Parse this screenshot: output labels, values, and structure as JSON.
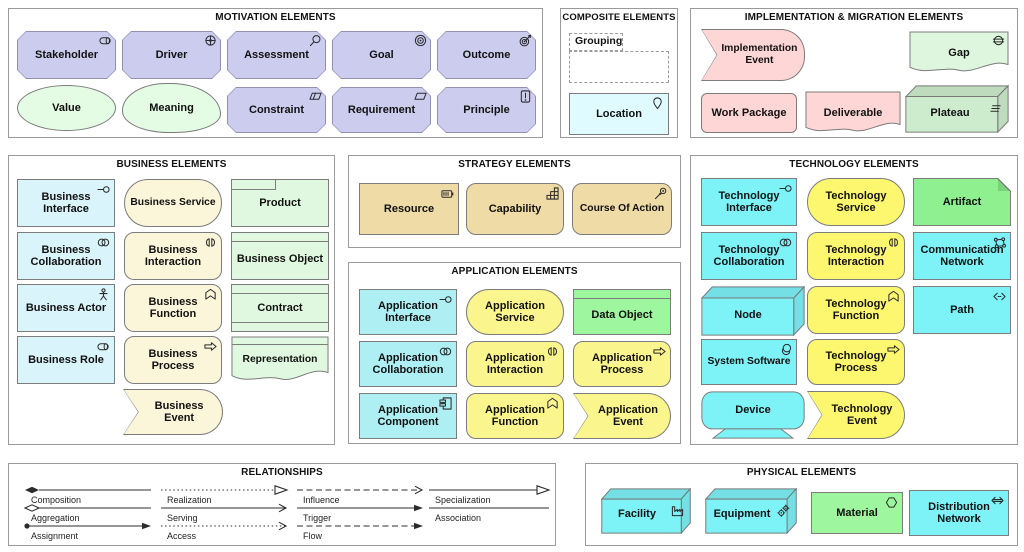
{
  "palette": {
    "motivation_fill": "#ccccee",
    "motivation_border": "#8f8fb8",
    "pale_green": "#e4fbe4",
    "pale_cyan": "#dffbff",
    "pink": "#ffd6d6",
    "impl_green": "#ddf6dd",
    "plateau_green": "#cdeccd",
    "business_cyan": "#d9f4fa",
    "business_cream": "#fbf5d9",
    "business_green": "#e0f8e0",
    "strategy_tan": "#efdba6",
    "app_cyan": "#aeeff4",
    "app_yellow": "#fbf58e",
    "app_green": "#9ef79e",
    "tech_cyan": "#7df2f7",
    "tech_yellow": "#fdf66f",
    "tech_green": "#8ff08f",
    "shape_border": "#7c7c7c"
  },
  "sections": {
    "motivation": {
      "title": "MOTIVATION ELEMENTS",
      "items": [
        {
          "label": "Stakeholder",
          "icon": "role-icon"
        },
        {
          "label": "Driver",
          "icon": "steering-wheel-icon"
        },
        {
          "label": "Assessment",
          "icon": "magnifier-icon"
        },
        {
          "label": "Goal",
          "icon": "target-icon"
        },
        {
          "label": "Outcome",
          "icon": "target-arrow-icon"
        },
        {
          "label": "Value"
        },
        {
          "label": "Meaning"
        },
        {
          "label": "Constraint",
          "icon": "parallelogram-slash-icon"
        },
        {
          "label": "Requirement",
          "icon": "parallelogram-icon"
        },
        {
          "label": "Principle",
          "icon": "exclamation-icon"
        }
      ]
    },
    "composite": {
      "title": "COMPOSITE ELEMENTS",
      "items": [
        {
          "label": "Grouping"
        },
        {
          "label": "Location",
          "icon": "map-pin-icon"
        }
      ]
    },
    "implementation": {
      "title": "IMPLEMENTATION & MIGRATION ELEMENTS",
      "items": [
        {
          "label": "Implementation Event"
        },
        {
          "label": "Gap",
          "icon": "gap-icon"
        },
        {
          "label": "Work Package"
        },
        {
          "label": "Deliverable"
        },
        {
          "label": "Plateau",
          "icon": "layers-icon"
        }
      ]
    },
    "business": {
      "title": "BUSINESS ELEMENTS",
      "items": [
        {
          "label": "Business Interface",
          "icon": "interface-icon"
        },
        {
          "label": "Business Service"
        },
        {
          "label": "Product"
        },
        {
          "label": "Business Collaboration",
          "icon": "collaboration-icon"
        },
        {
          "label": "Business Interaction",
          "icon": "interaction-icon"
        },
        {
          "label": "Business Object"
        },
        {
          "label": "Business Actor",
          "icon": "actor-icon"
        },
        {
          "label": "Business Function",
          "icon": "function-icon"
        },
        {
          "label": "Contract"
        },
        {
          "label": "Business Role",
          "icon": "role-icon"
        },
        {
          "label": "Business Process",
          "icon": "process-arrow-icon"
        },
        {
          "label": "Representation"
        },
        {
          "label": "Business Event"
        }
      ]
    },
    "strategy": {
      "title": "STRATEGY ELEMENTS",
      "items": [
        {
          "label": "Resource",
          "icon": "battery-icon"
        },
        {
          "label": "Capability",
          "icon": "stairs-icon"
        },
        {
          "label": "Course Of Action",
          "icon": "arrow-target-icon"
        }
      ]
    },
    "application": {
      "title": "APPLICATION ELEMENTS",
      "items": [
        {
          "label": "Application Interface",
          "icon": "interface-icon"
        },
        {
          "label": "Application Service"
        },
        {
          "label": "Data Object"
        },
        {
          "label": "Application Collaboration",
          "icon": "collaboration-icon"
        },
        {
          "label": "Application Interaction",
          "icon": "interaction-icon"
        },
        {
          "label": "Application Process",
          "icon": "process-arrow-icon"
        },
        {
          "label": "Application Component",
          "icon": "component-icon"
        },
        {
          "label": "Application Function",
          "icon": "function-icon"
        },
        {
          "label": "Application Event"
        }
      ]
    },
    "technology": {
      "title": "TECHNOLOGY ELEMENTS",
      "items": [
        {
          "label": "Technology Interface",
          "icon": "interface-icon"
        },
        {
          "label": "Technology Service"
        },
        {
          "label": "Artifact"
        },
        {
          "label": "Technology Collaboration",
          "icon": "collaboration-icon"
        },
        {
          "label": "Technology Interaction",
          "icon": "interaction-icon"
        },
        {
          "label": "Communication Network",
          "icon": "network-icon"
        },
        {
          "label": "Node"
        },
        {
          "label": "Technology Function",
          "icon": "function-icon"
        },
        {
          "label": "Path",
          "icon": "path-icon"
        },
        {
          "label": "System Software",
          "icon": "system-software-icon"
        },
        {
          "label": "Technology Process",
          "icon": "process-arrow-icon"
        },
        {
          "label": "Device"
        },
        {
          "label": "Technology Event"
        }
      ]
    },
    "physical": {
      "title": "PHYSICAL ELEMENTS",
      "items": [
        {
          "label": "Facility",
          "icon": "factory-icon"
        },
        {
          "label": "Equipment",
          "icon": "gears-icon"
        },
        {
          "label": "Material",
          "icon": "hexagon-icon"
        },
        {
          "label": "Distribution Network",
          "icon": "double-arrow-icon"
        }
      ]
    }
  },
  "relationships": {
    "title": "RELATIONSHIPS",
    "items": [
      {
        "label": "Composition",
        "notation": "solid line, filled diamond at source"
      },
      {
        "label": "Aggregation",
        "notation": "solid line, hollow diamond at source"
      },
      {
        "label": "Assignment",
        "notation": "solid line, ball at source, filled arrowhead at target"
      },
      {
        "label": "Realization",
        "notation": "dotted line, hollow triangle at target"
      },
      {
        "label": "Serving",
        "notation": "solid line, open arrowhead at target"
      },
      {
        "label": "Access",
        "notation": "dotted line, open arrowhead at target"
      },
      {
        "label": "Influence",
        "notation": "dashed line, open arrowhead at target"
      },
      {
        "label": "Trigger",
        "notation": "solid line, filled arrowhead at target"
      },
      {
        "label": "Flow",
        "notation": "dashed line, filled arrowhead at target"
      },
      {
        "label": "Specialization",
        "notation": "solid line, hollow triangle at target"
      },
      {
        "label": "Association",
        "notation": "solid line"
      }
    ]
  }
}
